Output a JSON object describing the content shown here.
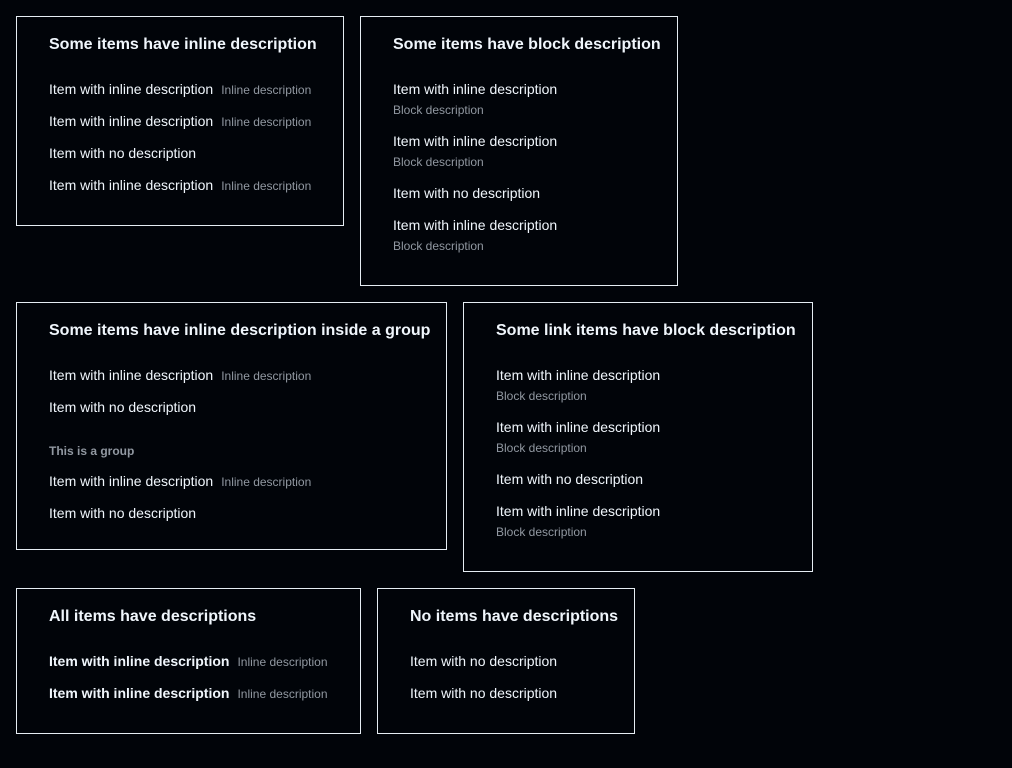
{
  "panel1": {
    "title": "Some items have inline description",
    "items": [
      {
        "label": "Item with inline description",
        "desc": "Inline description"
      },
      {
        "label": "Item with inline description",
        "desc": "Inline description"
      },
      {
        "label": "Item with no description"
      },
      {
        "label": "Item with inline description",
        "desc": "Inline description"
      }
    ]
  },
  "panel2": {
    "title": "Some items have block description",
    "items": [
      {
        "label": "Item with inline description",
        "desc": "Block description"
      },
      {
        "label": "Item with inline description",
        "desc": "Block description"
      },
      {
        "label": "Item with no description"
      },
      {
        "label": "Item with inline description",
        "desc": "Block description"
      }
    ]
  },
  "panel3": {
    "title": "Some items have inline description inside a group",
    "items": [
      {
        "label": "Item with inline description",
        "desc": "Inline description"
      },
      {
        "label": "Item with no description"
      }
    ],
    "group": {
      "title": "This is a group",
      "items": [
        {
          "label": "Item with inline description",
          "desc": "Inline description"
        },
        {
          "label": "Item with no description"
        }
      ]
    }
  },
  "panel4": {
    "title": "Some link items have block description",
    "items": [
      {
        "label": "Item with inline description",
        "desc": "Block description"
      },
      {
        "label": "Item with inline description",
        "desc": "Block description"
      },
      {
        "label": "Item with no description"
      },
      {
        "label": "Item with inline description",
        "desc": "Block description"
      }
    ]
  },
  "panel5": {
    "title": "All items have descriptions",
    "items": [
      {
        "label": "Item with inline description",
        "desc": "Inline description"
      },
      {
        "label": "Item with inline description",
        "desc": "Inline description"
      }
    ]
  },
  "panel6": {
    "title": "No items have descriptions",
    "items": [
      {
        "label": "Item with no description"
      },
      {
        "label": "Item with no description"
      }
    ]
  },
  "colors": {
    "background": "#010409",
    "text": "#f0f6fc",
    "muted": "#9198a1",
    "border": "#e6edf3"
  }
}
